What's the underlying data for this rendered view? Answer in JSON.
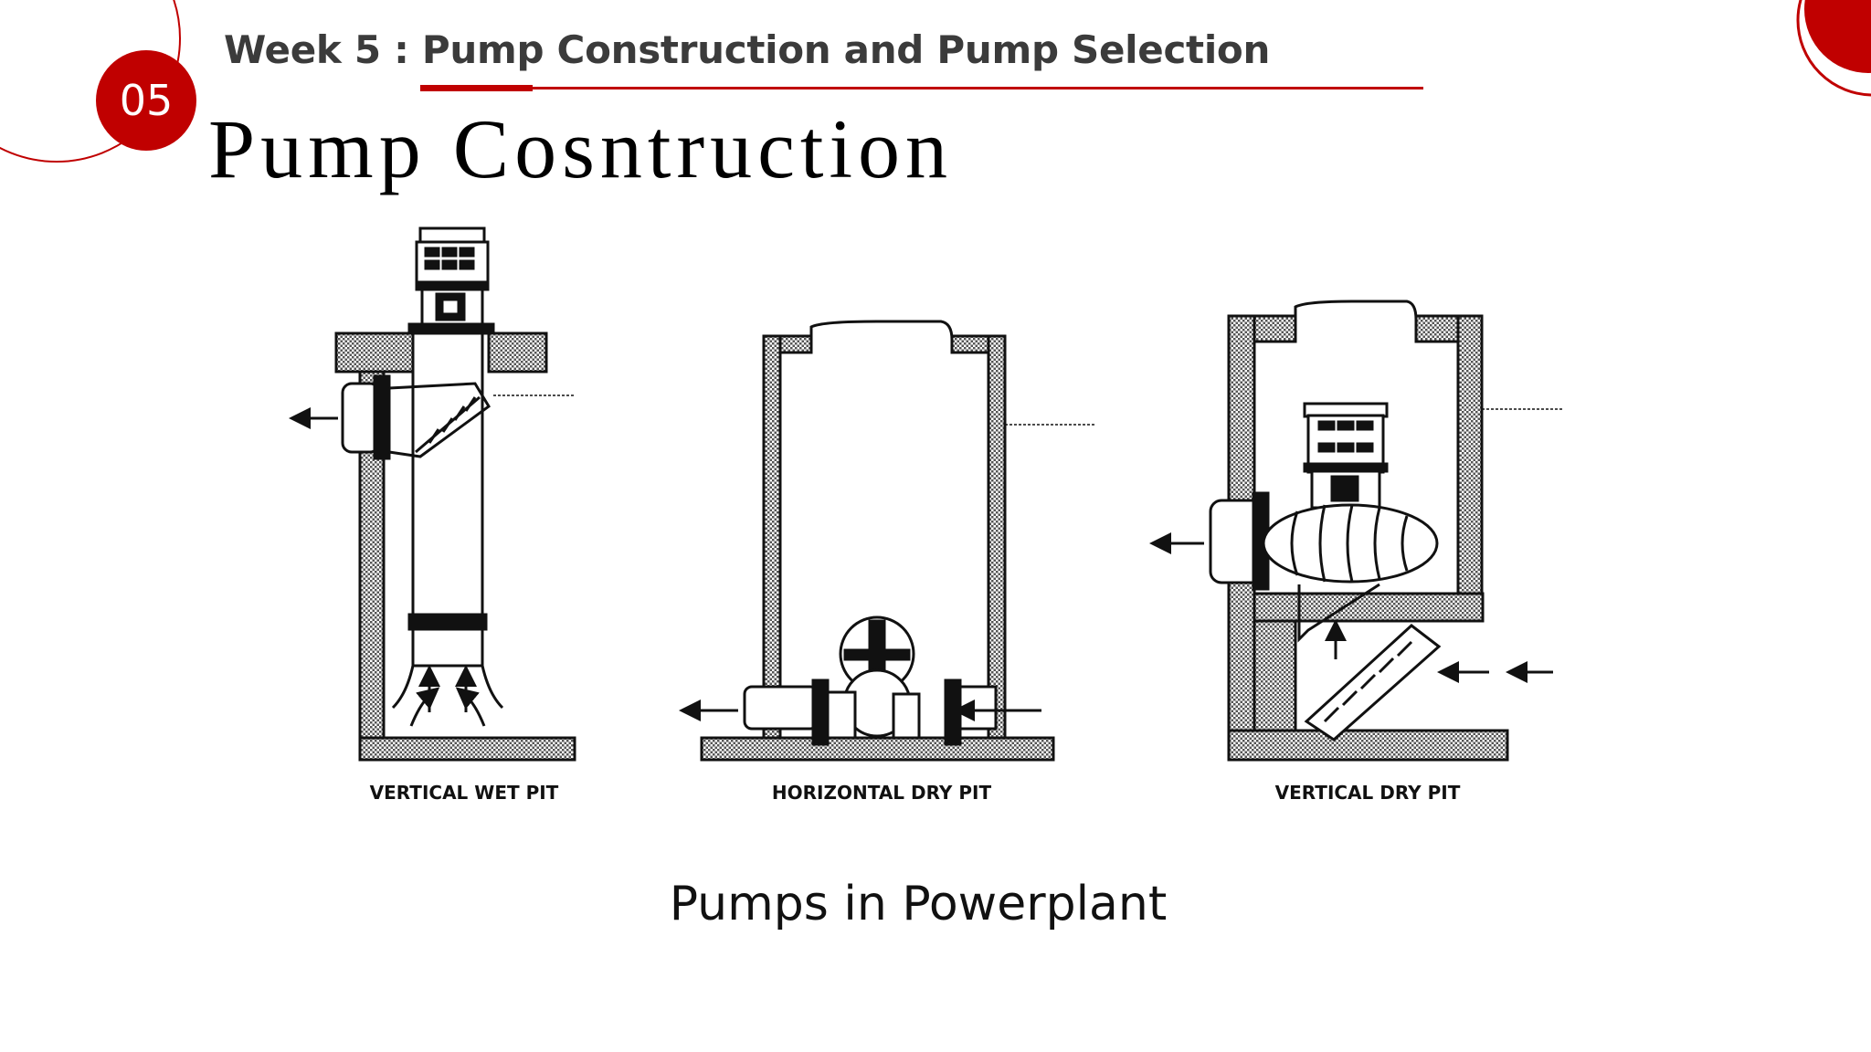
{
  "slide": {
    "number": "05",
    "subtitle": "Week 5 : Pump Construction and Pump Selection",
    "title": "Pump   Cosntruction",
    "caption": "Pumps in Powerplant",
    "accent_color": "#c00000"
  },
  "figure": {
    "labels": [
      "VERTICAL WET PIT",
      "HORIZONTAL DRY PIT",
      "VERTICAL DRY PIT"
    ]
  }
}
